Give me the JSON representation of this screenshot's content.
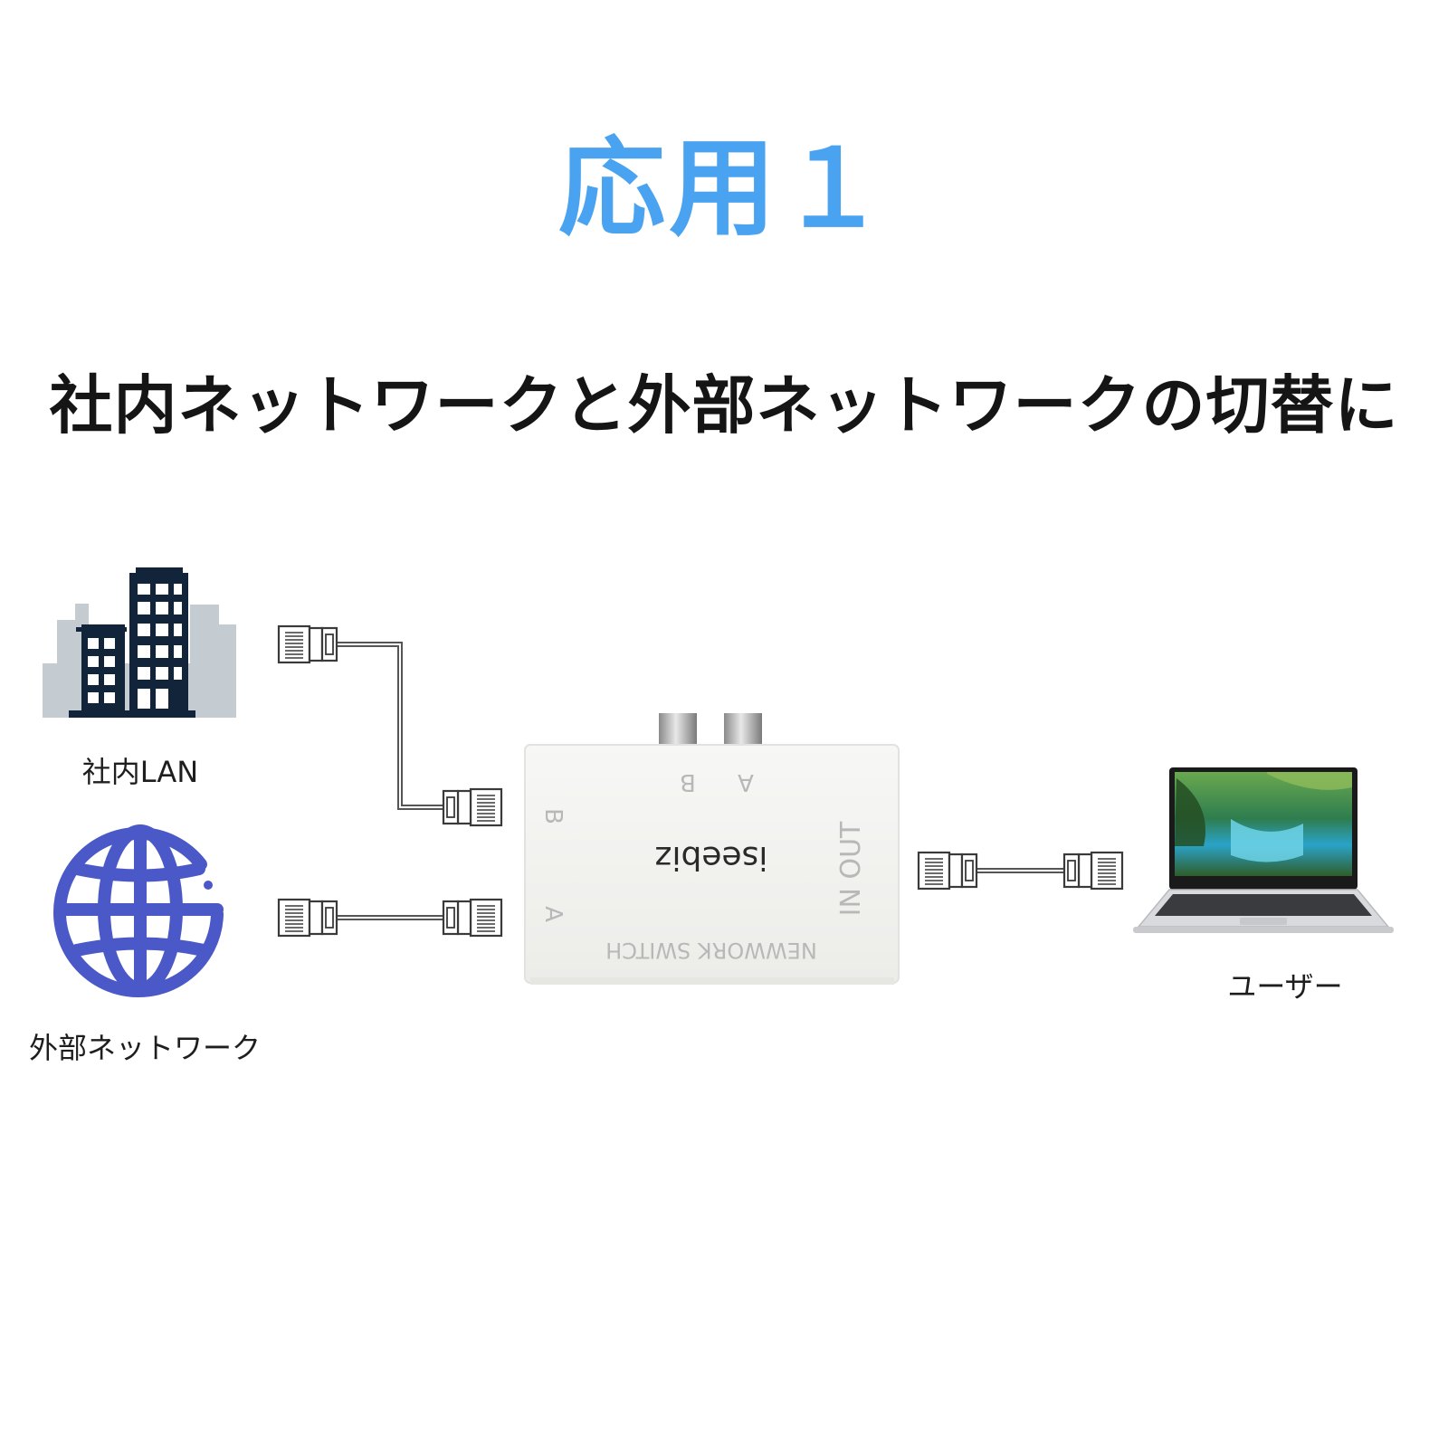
{
  "title": "応用１",
  "subtitle": "社内ネットワークと外部ネットワークの切替に",
  "nodes": {
    "lan_label": "社内LAN",
    "external_label": "外部ネットワーク",
    "user_label": "ユーザー"
  },
  "switch": {
    "brand": "iseebiz",
    "model": "NEWWORK SWITCH",
    "port_top_b": "B",
    "port_top_a": "A",
    "port_side_b": "B",
    "port_side_a": "A",
    "port_in_out": "IN OUT"
  },
  "colors": {
    "title": "#4aa3f0",
    "building_dark": "#12243a",
    "building_light": "#c4ccd2",
    "globe": "#4a58c8",
    "cable": "#555555"
  }
}
